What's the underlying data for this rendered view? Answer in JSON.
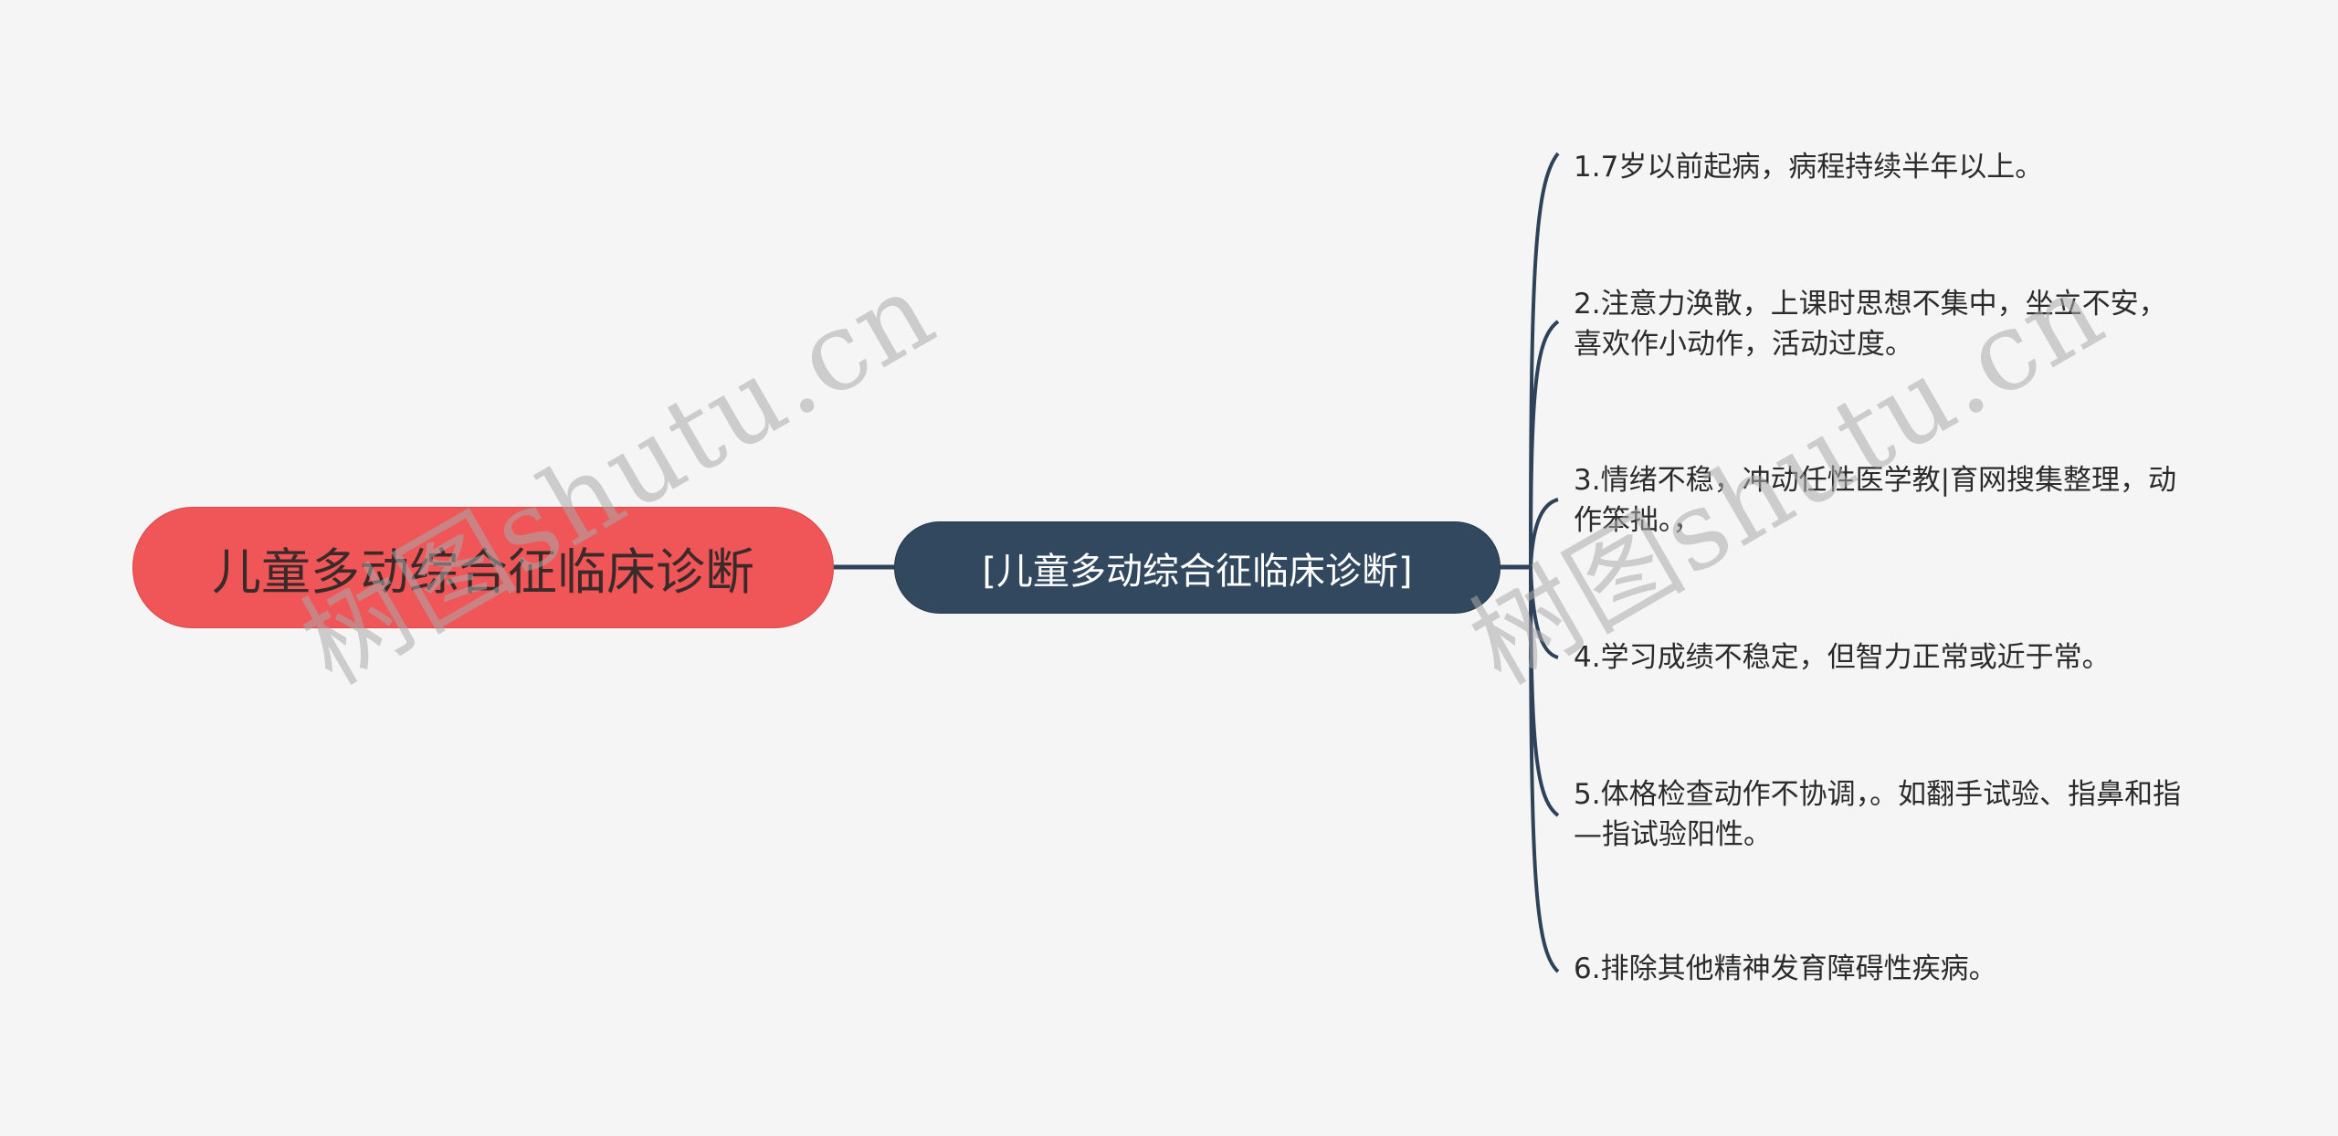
{
  "diagram": {
    "type": "mind-map",
    "background_color": "#f5f5f5",
    "root": {
      "label": "儿童多动综合征临床诊断",
      "color": "#f05557",
      "text_color": "#3a2a2a"
    },
    "main_topic": {
      "label": "[儿童多动综合征临床诊断]",
      "color": "#32485f",
      "text_color": "#ffffff"
    },
    "connector_color": "#2e4259",
    "leaves": [
      {
        "label": "1.7岁以前起病，病程持续半年以上。"
      },
      {
        "label": "2.注意力涣散，上课时思想不集中，坐立不安，喜欢作小动作，活动过度。"
      },
      {
        "label": "3.情绪不稳，冲动任性医学教|育网搜集整理，动作笨拙。，"
      },
      {
        "label": "4.学习成绩不稳定，但智力正常或近于常。"
      },
      {
        "label": "5.体格检查动作不协调，。如翻手试验、指鼻和指—指试验阳性。"
      },
      {
        "label": "6.排除其他精神发育障碍性疾病。"
      }
    ],
    "watermarks": [
      {
        "text": "树图shutu.cn"
      },
      {
        "text": "树图shutu.cn"
      }
    ]
  }
}
